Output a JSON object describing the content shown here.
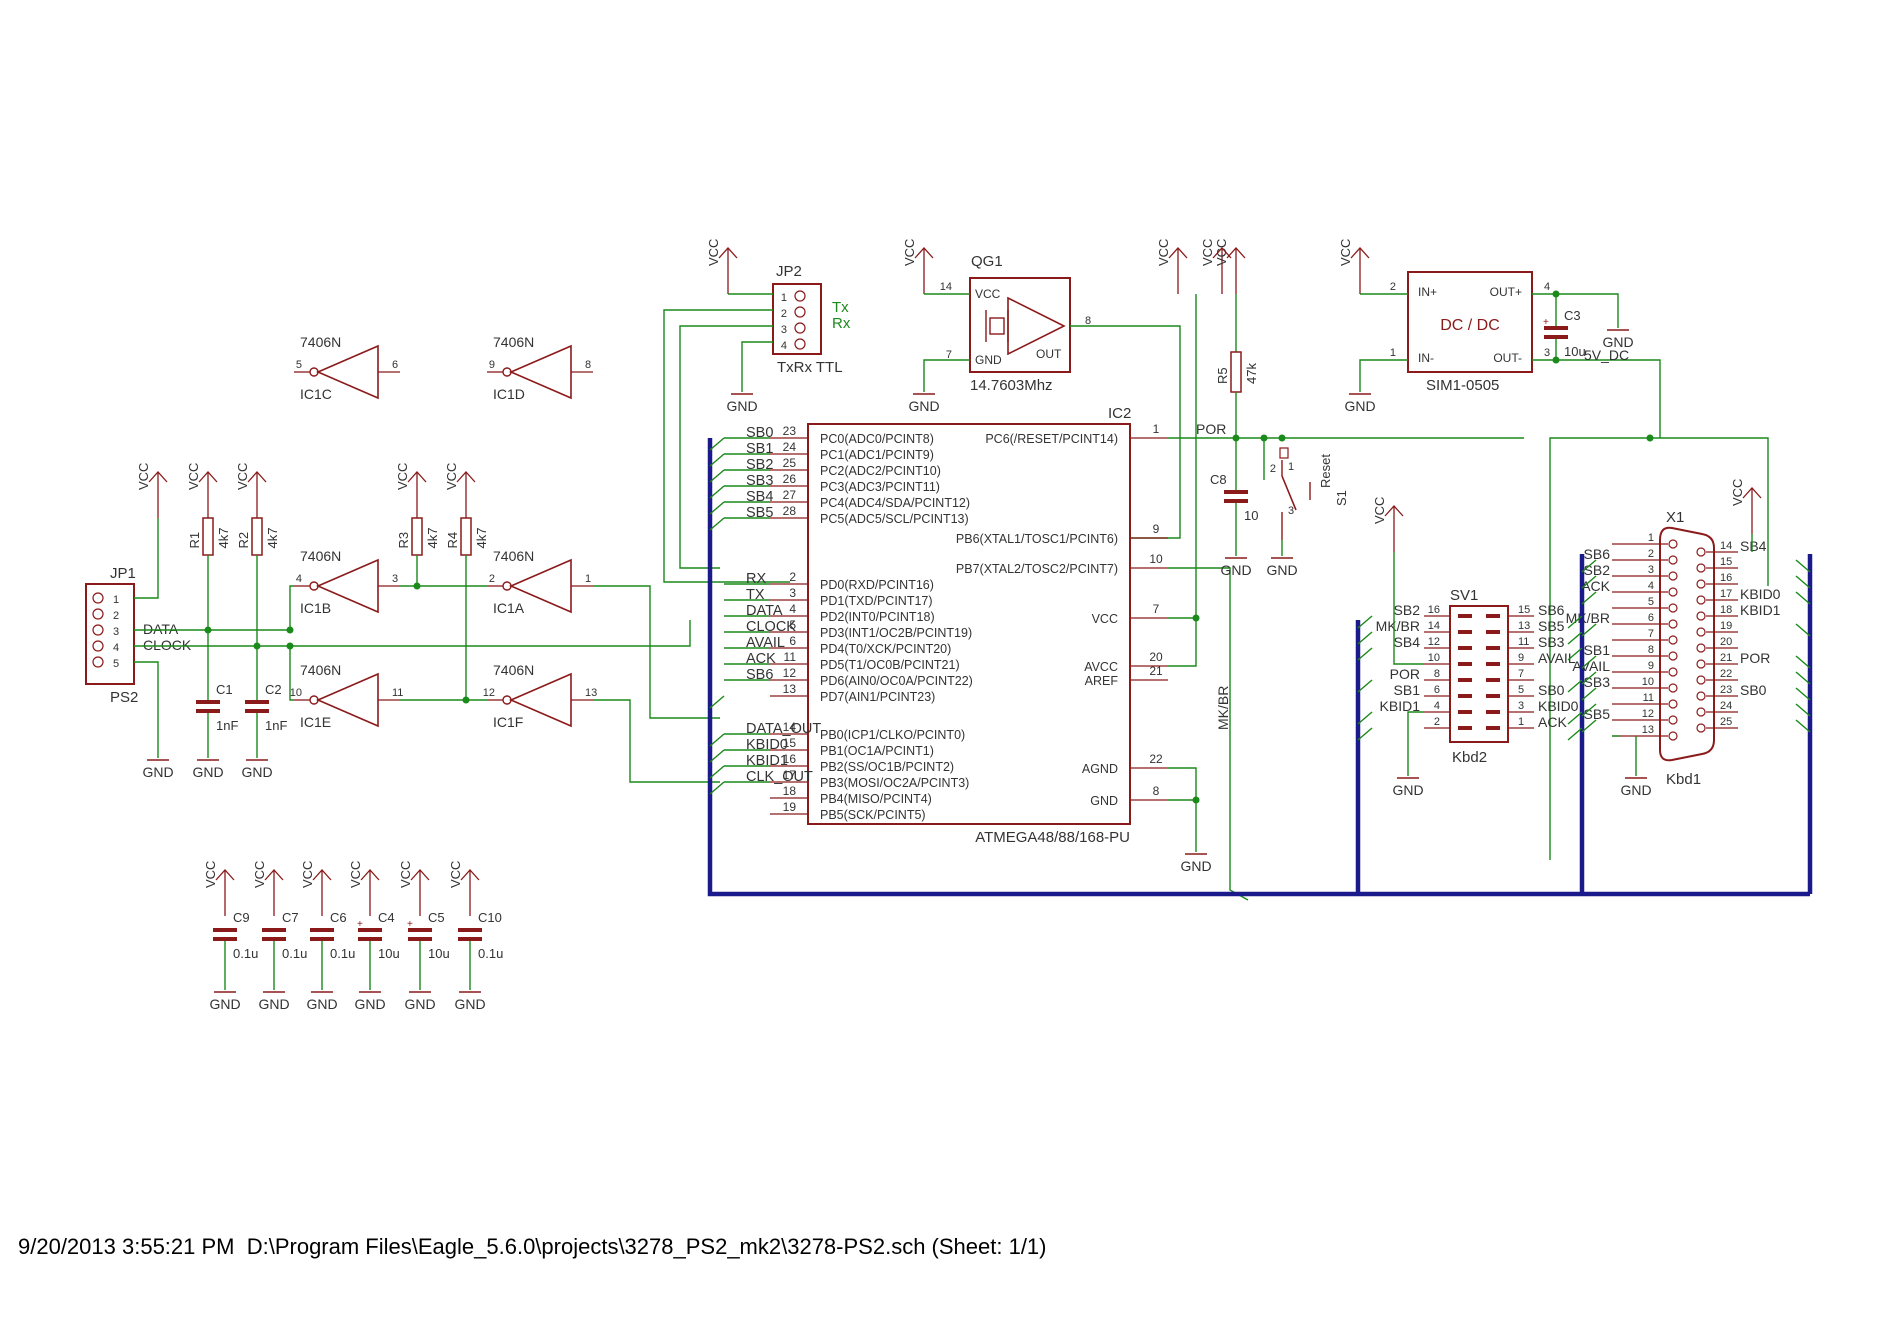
{
  "footer": "9/20/2013 3:55:21 PM  D:\\Program Files\\Eagle_5.6.0\\projects\\3278_PS2_mk2\\3278-PS2.sch (Sheet: 1/1)",
  "colors": {
    "symbol": "#8b1a1a",
    "net": "#1a8a1a",
    "bus": "#1a1a8a",
    "text": "#333333"
  },
  "supplies": {
    "vcc": "VCC",
    "gnd": "GND"
  },
  "ic2": {
    "name": "IC2",
    "value": "ATMEGA48/88/168-PU",
    "left_pins": [
      {
        "num": "23",
        "name": "PC0(ADC0/PCINT8)",
        "net": "SB0"
      },
      {
        "num": "24",
        "name": "PC1(ADC1/PCINT9)",
        "net": "SB1"
      },
      {
        "num": "25",
        "name": "PC2(ADC2/PCINT10)",
        "net": "SB2"
      },
      {
        "num": "26",
        "name": "PC3(ADC3/PCINT11)",
        "net": "SB3"
      },
      {
        "num": "27",
        "name": "PC4(ADC4/SDA/PCINT12)",
        "net": "SB4"
      },
      {
        "num": "28",
        "name": "PC5(ADC5/SCL/PCINT13)",
        "net": "SB5"
      },
      {
        "num": "2",
        "name": "PD0(RXD/PCINT16)",
        "net": "RX"
      },
      {
        "num": "3",
        "name": "PD1(TXD/PCINT17)",
        "net": "TX"
      },
      {
        "num": "4",
        "name": "PD2(INT0/PCINT18)",
        "net": "DATA"
      },
      {
        "num": "5",
        "name": "PD3(INT1/OC2B/PCINT19)",
        "net": "CLOCK"
      },
      {
        "num": "6",
        "name": "PD4(T0/XCK/PCINT20)",
        "net": "AVAIL"
      },
      {
        "num": "11",
        "name": "PD5(T1/OC0B/PCINT21)",
        "net": "ACK"
      },
      {
        "num": "12",
        "name": "PD6(AIN0/OC0A/PCINT22)",
        "net": "SB6"
      },
      {
        "num": "13",
        "name": "PD7(AIN1/PCINT23)",
        "net": ""
      },
      {
        "num": "14",
        "name": "PB0(ICP1/CLKO/PCINT0)",
        "net": "DATA_OUT"
      },
      {
        "num": "15",
        "name": "PB1(OC1A/PCINT1)",
        "net": "KBID0"
      },
      {
        "num": "16",
        "name": "PB2(SS/OC1B/PCINT2)",
        "net": "KBID1"
      },
      {
        "num": "17",
        "name": "PB3(MOSI/OC2A/PCINT3)",
        "net": "CLK_OUT"
      },
      {
        "num": "18",
        "name": "PB4(MISO/PCINT4)",
        "net": ""
      },
      {
        "num": "19",
        "name": "PB5(SCK/PCINT5)",
        "net": ""
      }
    ],
    "right_pins": [
      {
        "num": "1",
        "name": "PC6(/RESET/PCINT14)"
      },
      {
        "num": "9",
        "name": "PB6(XTAL1/TOSC1/PCINT6)"
      },
      {
        "num": "10",
        "name": "PB7(XTAL2/TOSC2/PCINT7)"
      },
      {
        "num": "7",
        "name": "VCC"
      },
      {
        "num": "20",
        "name": "AVCC"
      },
      {
        "num": "21",
        "name": "AREF"
      },
      {
        "num": "22",
        "name": "AGND"
      },
      {
        "num": "8",
        "name": "GND"
      }
    ]
  },
  "gates": [
    {
      "type": "7406N",
      "name": "IC1C",
      "in": "6",
      "out": "5"
    },
    {
      "type": "7406N",
      "name": "IC1D",
      "in": "8",
      "out": "9"
    },
    {
      "type": "7406N",
      "name": "IC1B",
      "in": "4",
      "out": "3"
    },
    {
      "type": "7406N",
      "name": "IC1A",
      "in": "2",
      "out": "1"
    },
    {
      "type": "7406N",
      "name": "IC1E",
      "in": "10",
      "out": "11"
    },
    {
      "type": "7406N",
      "name": "IC1F",
      "in": "12",
      "out": "13"
    }
  ],
  "resistors": [
    {
      "name": "R1",
      "value": "4k7"
    },
    {
      "name": "R2",
      "value": "4k7"
    },
    {
      "name": "R3",
      "value": "4k7"
    },
    {
      "name": "R4",
      "value": "4k7"
    },
    {
      "name": "R5",
      "value": "47k"
    }
  ],
  "caps": [
    {
      "name": "C1",
      "value": "1nF"
    },
    {
      "name": "C2",
      "value": "1nF"
    },
    {
      "name": "C9",
      "value": "0.1u"
    },
    {
      "name": "C7",
      "value": "0.1u"
    },
    {
      "name": "C6",
      "value": "0.1u"
    },
    {
      "name": "C4",
      "value": "10u"
    },
    {
      "name": "C5",
      "value": "10u"
    },
    {
      "name": "C10",
      "value": "0.1u"
    },
    {
      "name": "C8",
      "value": "10"
    },
    {
      "name": "C3",
      "value": "10u"
    }
  ],
  "jp1": {
    "name": "JP1",
    "value": "PS2",
    "pins": [
      "1",
      "2",
      "3",
      "4",
      "5"
    ],
    "nets": [
      "DATA",
      "CLOCK"
    ]
  },
  "jp2": {
    "name": "JP2",
    "value": "TxRx TTL",
    "pins": [
      "1",
      "2",
      "3",
      "4"
    ],
    "tx": "Tx",
    "rx": "Rx"
  },
  "qg1": {
    "name": "QG1",
    "value": "14.7603Mhz",
    "pin_vcc": "14",
    "pin_gnd": "7",
    "pin_out": "8",
    "lbl_vcc": "VCC",
    "lbl_gnd": "GND",
    "lbl_out": "OUT"
  },
  "dcdc": {
    "value": "SIM1-0505",
    "title": "DC / DC",
    "in_p": "IN+",
    "in_m": "IN-",
    "out_p": "OUT+",
    "out_m": "OUT-",
    "p2": "2",
    "p1": "1",
    "p4": "4",
    "p3": "3",
    "net": "5V_DC"
  },
  "s1": {
    "name": "S1",
    "value": "Reset",
    "p1": "1",
    "p2": "2",
    "p3": "3"
  },
  "nets": {
    "por": "POR",
    "mkbr": "MK/BR"
  },
  "sv1": {
    "name": "SV1",
    "value": "Kbd2",
    "left": [
      {
        "n": "16",
        "net": "SB2"
      },
      {
        "n": "14",
        "net": "MK/BR"
      },
      {
        "n": "12",
        "net": "SB4"
      },
      {
        "n": "10",
        "net": ""
      },
      {
        "n": "8",
        "net": "POR"
      },
      {
        "n": "6",
        "net": "SB1"
      },
      {
        "n": "4",
        "net": "KBID1"
      },
      {
        "n": "2",
        "net": ""
      }
    ],
    "right": [
      {
        "n": "15",
        "net": "SB6"
      },
      {
        "n": "13",
        "net": "SB5"
      },
      {
        "n": "11",
        "net": "SB3"
      },
      {
        "n": "9",
        "net": "AVAIL"
      },
      {
        "n": "7",
        "net": ""
      },
      {
        "n": "5",
        "net": "SB0"
      },
      {
        "n": "3",
        "net": "KBID0"
      },
      {
        "n": "1",
        "net": "ACK"
      }
    ]
  },
  "x1": {
    "name": "X1",
    "value": "Kbd1",
    "left": [
      {
        "n": "1",
        "net": ""
      },
      {
        "n": "2",
        "net": "SB6"
      },
      {
        "n": "3",
        "net": "SB2"
      },
      {
        "n": "4",
        "net": "ACK"
      },
      {
        "n": "5",
        "net": ""
      },
      {
        "n": "6",
        "net": "MK/BR"
      },
      {
        "n": "7",
        "net": ""
      },
      {
        "n": "8",
        "net": "SB1"
      },
      {
        "n": "9",
        "net": "AVAIL"
      },
      {
        "n": "10",
        "net": "SB3"
      },
      {
        "n": "11",
        "net": ""
      },
      {
        "n": "12",
        "net": "SB5"
      },
      {
        "n": "13",
        "net": ""
      }
    ],
    "right": [
      {
        "n": "14",
        "net": "SB4"
      },
      {
        "n": "15",
        "net": ""
      },
      {
        "n": "16",
        "net": ""
      },
      {
        "n": "17",
        "net": "KBID0"
      },
      {
        "n": "18",
        "net": "KBID1"
      },
      {
        "n": "19",
        "net": ""
      },
      {
        "n": "20",
        "net": ""
      },
      {
        "n": "21",
        "net": "POR"
      },
      {
        "n": "22",
        "net": ""
      },
      {
        "n": "23",
        "net": "SB0"
      },
      {
        "n": "24",
        "net": ""
      },
      {
        "n": "25",
        "net": ""
      }
    ]
  }
}
